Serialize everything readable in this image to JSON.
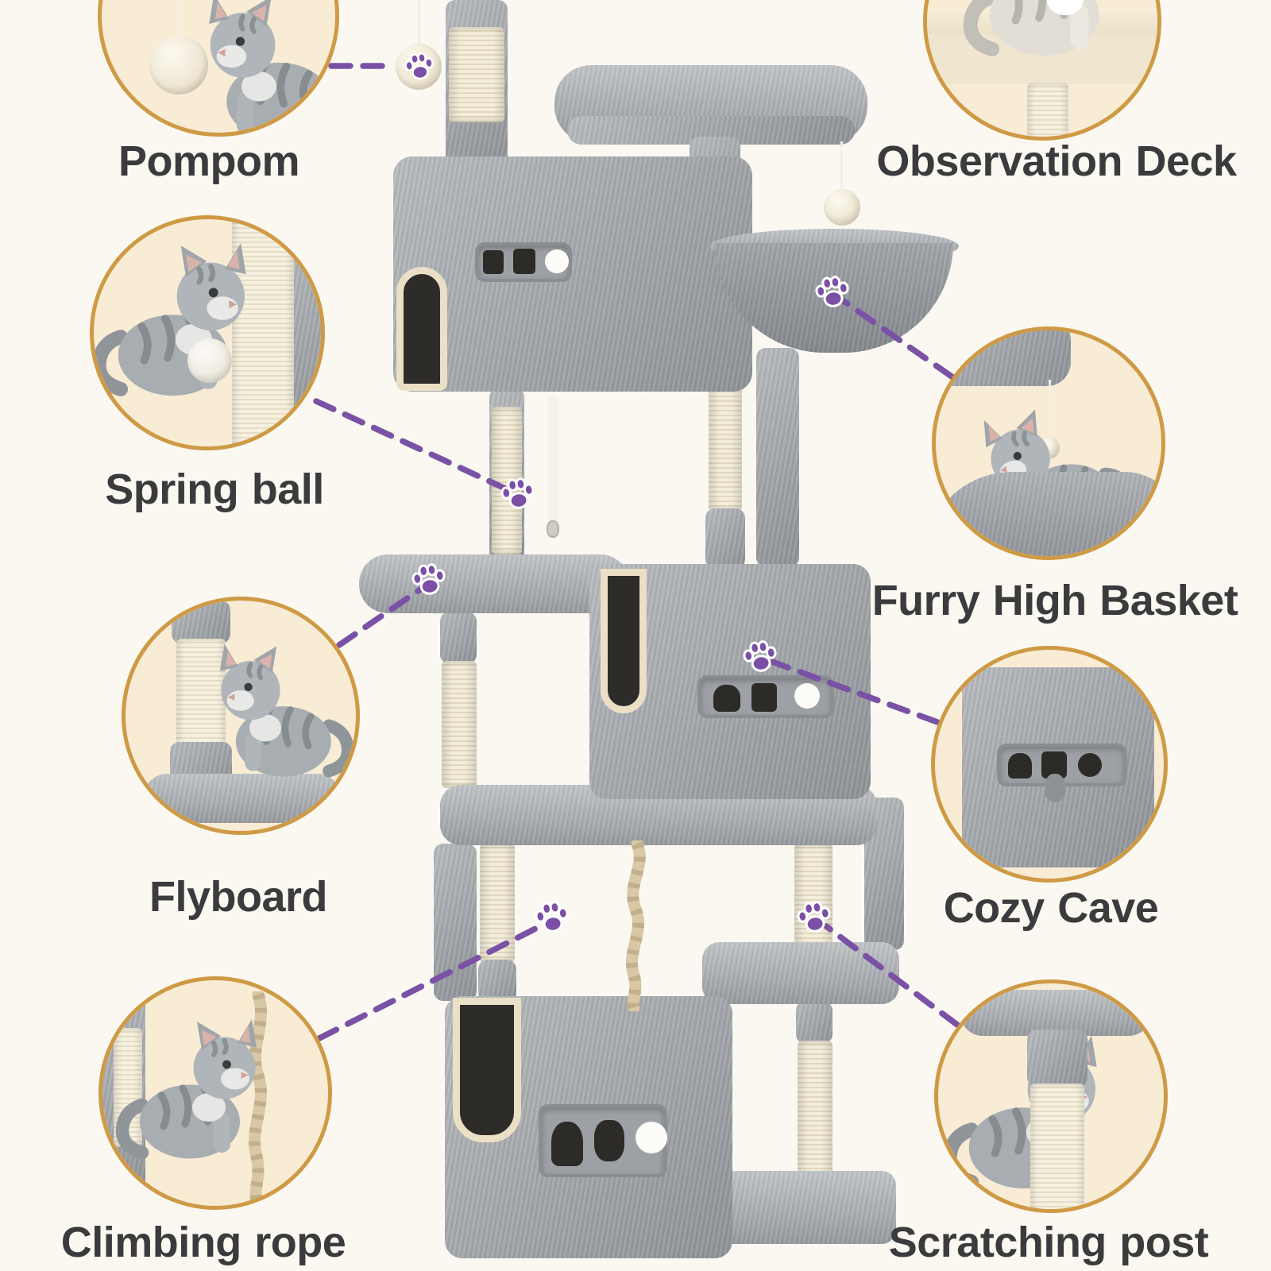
{
  "style": {
    "background": "#faf8f1",
    "circle_fill": "#f8ecd5",
    "circle_border": "#cf9a45",
    "leader_line": "#7a52a5",
    "paw_print": "#7b4fa5",
    "label_color": "#3b3b3d",
    "tree_plush_gray": "#a6aaae",
    "sisal_post": "#efe7d3",
    "entrance_trim_cream": "#ebe0c6",
    "hole_dark": "#2d2b27",
    "rope_tan": "#d9c8a6"
  },
  "icons": {
    "paw_marker": "paw-print",
    "pompom_ball": "hanging-pompom-ball"
  },
  "callouts": {
    "pompom": {
      "label": "Pompom"
    },
    "spring_ball": {
      "label": "Spring ball"
    },
    "flyboard": {
      "label": "Flyboard"
    },
    "climbing_rope": {
      "label": "Climbing rope"
    },
    "observation_deck": {
      "label": "Observation Deck"
    },
    "furry_high_basket": {
      "label": "Furry High Basket"
    },
    "cozy_cave": {
      "label": "Cozy Cave"
    },
    "scratching_post": {
      "label": "Scratching post"
    }
  }
}
